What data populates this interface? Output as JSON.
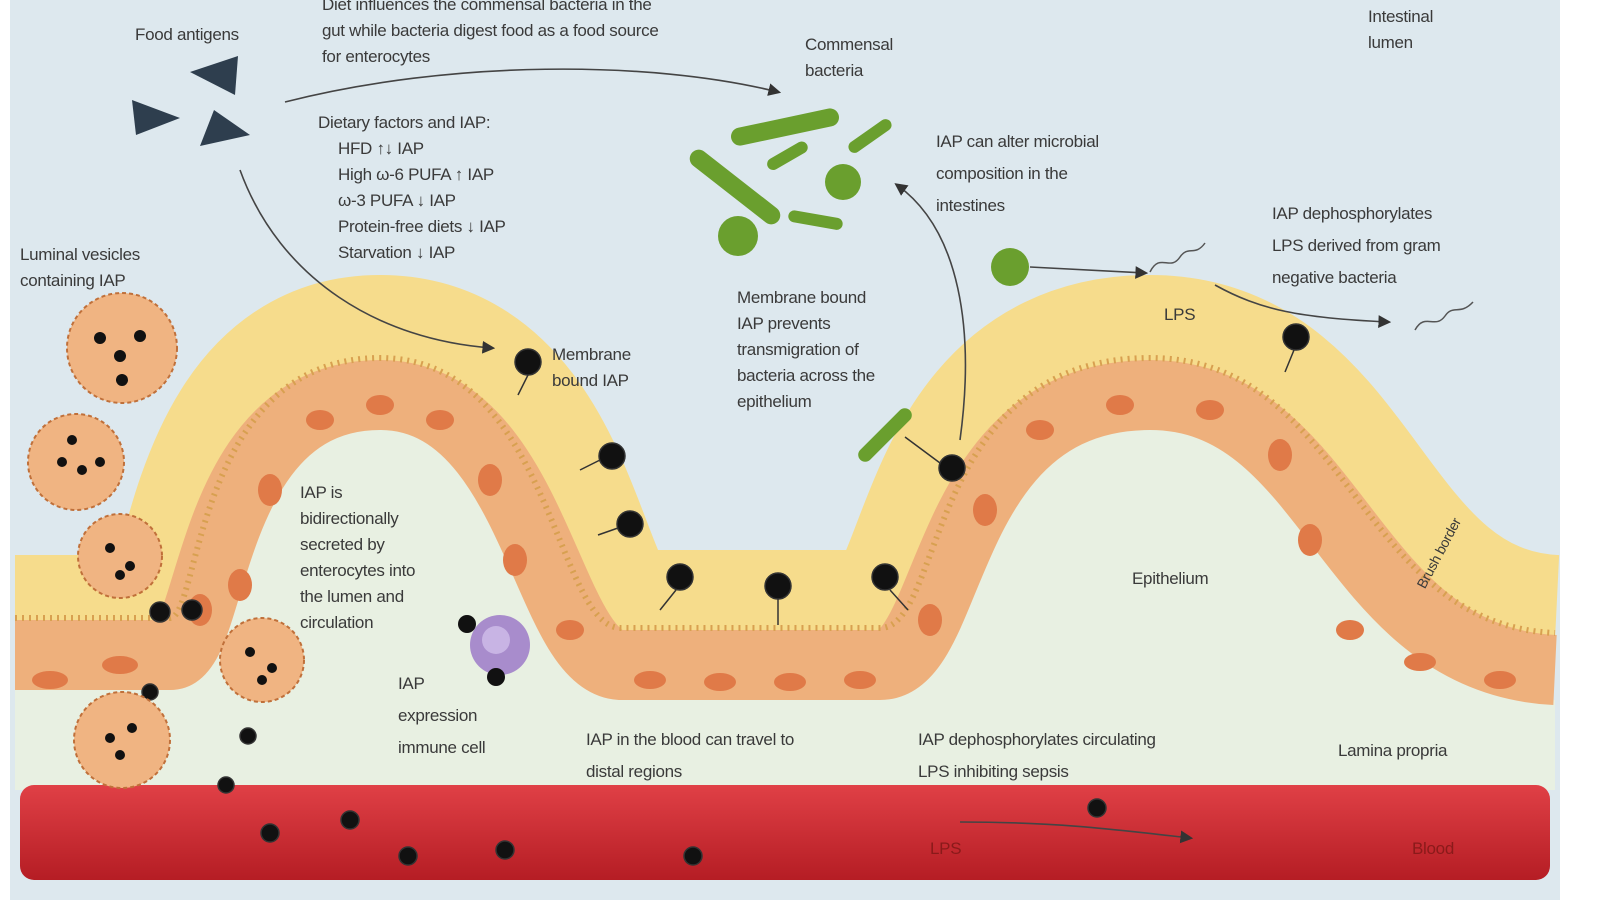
{
  "colors": {
    "lumen": "#dde8ee",
    "mucus": "#f6dc8c",
    "epithelium": "#eeb07c",
    "nucleus": "#e07a48",
    "lamina": "#e8f0e2",
    "blood": "#c9242b",
    "bacteria": "#6a9f2e",
    "iap": "#111111",
    "antigen": "#2e3e4e",
    "immune_cell": "#a88ccc"
  },
  "labels": {
    "diet_bacteria": [
      "Diet influences the commensal bacteria in the",
      "gut while bacteria digest food as a food source",
      "for enterocytes"
    ],
    "food_antigens": "Food antigens",
    "commensal": [
      "Commensal",
      "bacteria"
    ],
    "lumen": [
      "Intestinal",
      "lumen"
    ],
    "dietary": [
      "Dietary factors and IAP:",
      "HFD ↑↓ IAP",
      "High ω-6 PUFA ↑ IAP",
      "ω-3 PUFA ↓ IAP",
      "Protein-free diets ↓ IAP",
      "Starvation ↓ IAP"
    ],
    "alter_microbial": [
      "IAP can alter microbial",
      "composition in the",
      "intestines"
    ],
    "dephos_lps": [
      "IAP dephosphorylates",
      "LPS derived from gram",
      "negative bacteria"
    ],
    "lps_lumen": "LPS",
    "vesicles": [
      "Luminal vesicles",
      "containing IAP"
    ],
    "membrane_bound": [
      "Membrane",
      "bound IAP"
    ],
    "prevents": [
      "Membrane bound",
      "IAP prevents",
      "transmigration of",
      "bacteria across the",
      "epithelium"
    ],
    "secreted": [
      "IAP is",
      "bidirectionally",
      "secreted by",
      "enterocytes into",
      "the lumen and",
      "circulation"
    ],
    "immune": [
      "IAP",
      "expression",
      "immune cell"
    ],
    "travel": [
      "IAP in the blood can travel to",
      "distal regions"
    ],
    "sepsis": [
      "IAP dephosphorylates circulating",
      "LPS inhibiting sepsis"
    ],
    "epithelium": "Epithelium",
    "lamina": "Lamina propria",
    "brush_border": "Brush border",
    "lps_blood": "LPS",
    "blood": "Blood"
  }
}
